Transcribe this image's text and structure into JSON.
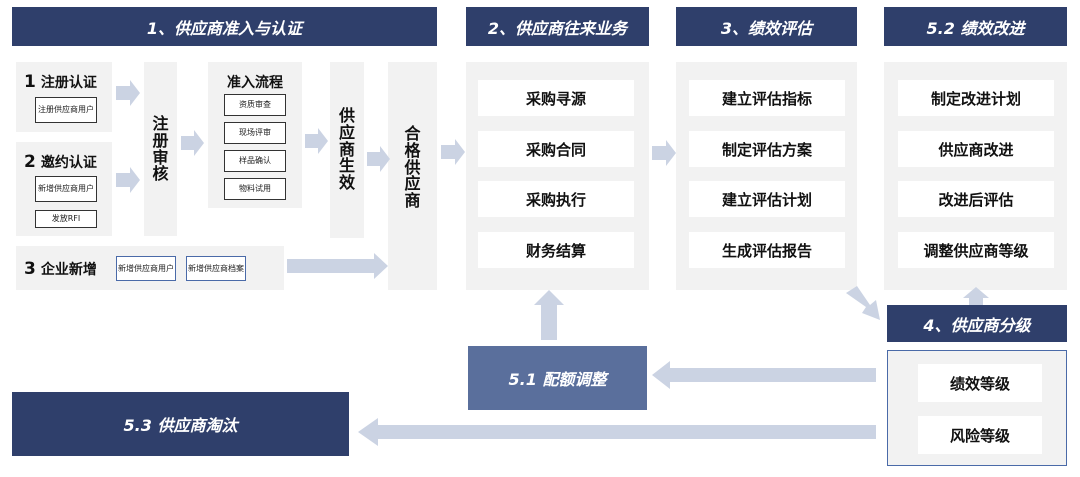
{
  "headers": {
    "h1": "1、供应商准入与认证",
    "h2": "2、供应商往来业务",
    "h3": "3、绩效评估",
    "h52": "5.2  绩效改进",
    "h4": "4、供应商分级",
    "h51": "5.1 配额调整",
    "h53": "5.3 供应商淘汰"
  },
  "section1": {
    "reg": {
      "num": "1",
      "label": "注册认证",
      "sub": "注册供应商用户"
    },
    "invite": {
      "num": "2",
      "label": "邀约认证",
      "sub1": "新增供应商用户",
      "sub2": "发放RFI"
    },
    "enterprise": {
      "num": "3",
      "label": "企业新增",
      "sub1": "新增供应商用户",
      "sub2": "新增供应商档案"
    },
    "review": [
      "注",
      "册",
      "审",
      "核"
    ],
    "process": {
      "title": "准入流程",
      "steps": [
        "资质审查",
        "现场评审",
        "样品确认",
        "物料试用"
      ]
    },
    "effective": [
      "供",
      "应",
      "商",
      "生",
      "效"
    ],
    "qualified": [
      "合",
      "格",
      "供",
      "应",
      "商"
    ]
  },
  "section2": {
    "items": [
      "采购寻源",
      "采购合同",
      "采购执行",
      "财务结算"
    ]
  },
  "section3": {
    "items": [
      "建立评估指标",
      "制定评估方案",
      "建立评估计划",
      "生成评估报告"
    ]
  },
  "section52": {
    "items": [
      "制定改进计划",
      "供应商改进",
      "改进后评估",
      "调整供应商等级"
    ]
  },
  "section4": {
    "items": [
      "绩效等级",
      "风险等级"
    ]
  },
  "colors": {
    "header": "#2f3f6b",
    "header_light": "#5a6f9c",
    "panel": "#f2f2f2",
    "arrow": "#cbd3e3"
  }
}
